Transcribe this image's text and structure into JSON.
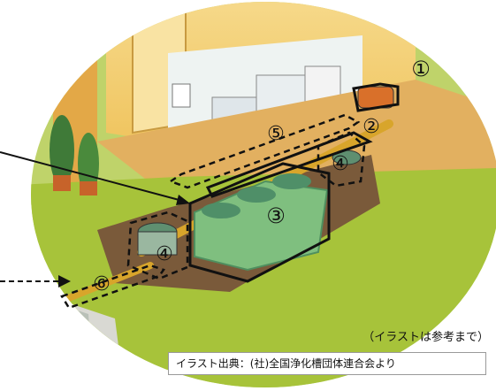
{
  "labels": {
    "l1": "①",
    "l2": "②",
    "l3": "③",
    "l4a": "④",
    "l4b": "④",
    "l5": "⑤",
    "l6": "⑥"
  },
  "caption": {
    "note": "（イラストは参考まで）",
    "credit": "イラスト出典：(社)全国浄化槽団体連合会より"
  },
  "colors": {
    "lawn": "#a7c33a",
    "house_wall": "#f2c45a",
    "floor_wood": "#e7b25a",
    "soil": "#7a5a3a",
    "pipe": "#d8a52b",
    "tank": "#7fbf7f",
    "lid": "#4f8f68"
  }
}
